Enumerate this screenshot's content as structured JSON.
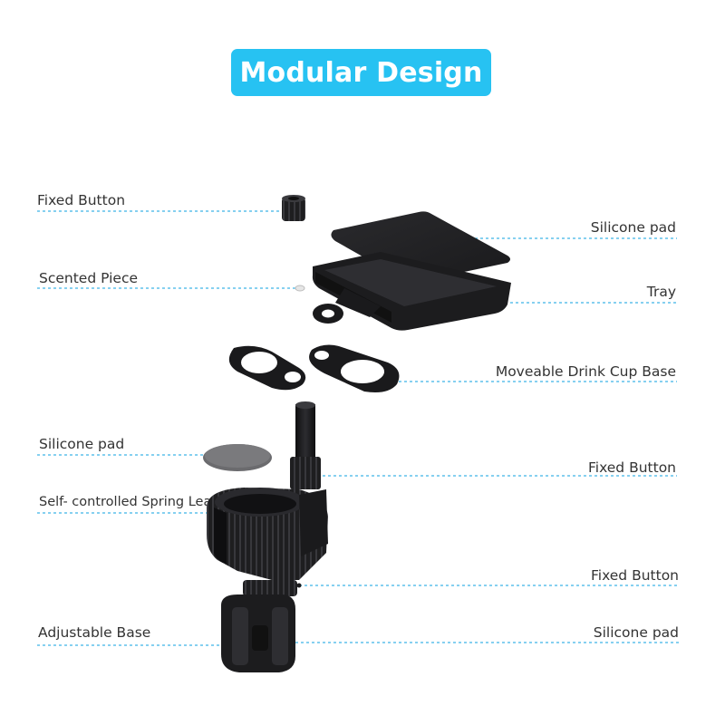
{
  "banner": {
    "title": "Modular Design",
    "color": "#27c2f2"
  },
  "colors": {
    "leader": "#3fb4e6",
    "part_dark": "#1c1c1e",
    "part_mid": "#2f2f33",
    "pad_gray": "#6b6b6e"
  },
  "labels_left": [
    {
      "id": "fixed-button-top",
      "text": "Fixed Button"
    },
    {
      "id": "scented-piece",
      "text": "Scented Piece"
    },
    {
      "id": "silicone-pad-left",
      "text": "Silicone pad"
    },
    {
      "id": "spring-leaf",
      "text": "Self- controlled Spring Leaf"
    },
    {
      "id": "adjustable-base",
      "text": "Adjustable Base"
    }
  ],
  "labels_right": [
    {
      "id": "silicone-pad-top",
      "text": "Silicone pad"
    },
    {
      "id": "tray",
      "text": "Tray"
    },
    {
      "id": "drink-cup-base",
      "text": "Moveable Drink Cup Base"
    },
    {
      "id": "fixed-button-mid",
      "text": "Fixed Button"
    },
    {
      "id": "fixed-button-low",
      "text": "Fixed Button"
    },
    {
      "id": "silicone-pad-bottom",
      "text": "Silicone pad"
    }
  ]
}
